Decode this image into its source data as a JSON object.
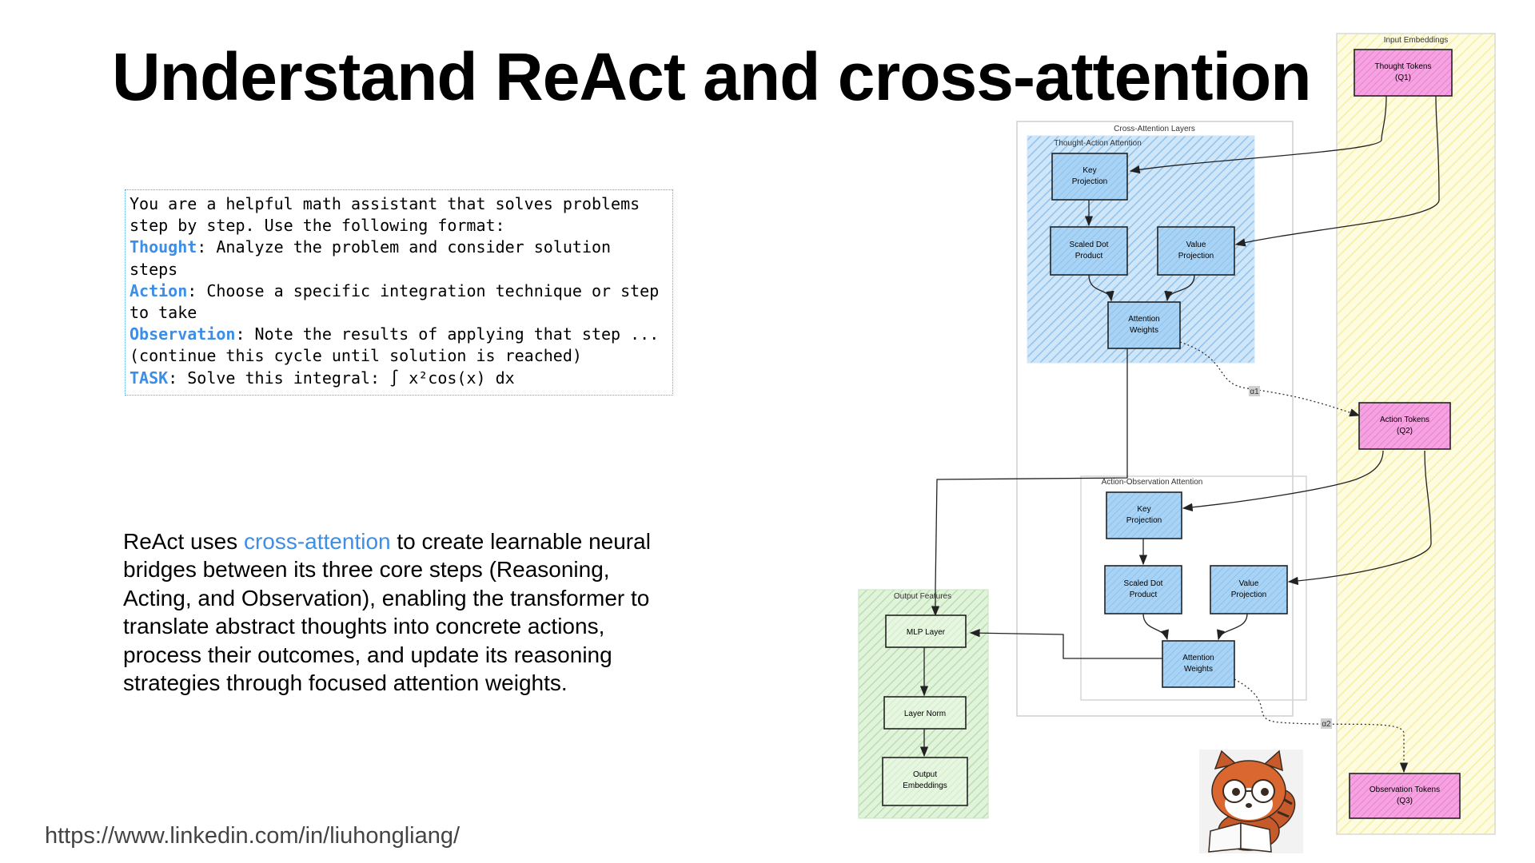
{
  "slide": {
    "title": "Understand ReAct and cross-attention",
    "footer_url": "https://www.linkedin.com/in/liuhongliang/"
  },
  "prompt": {
    "l1": "You are a helpful math assistant that solves problems",
    "l2": "step by step. Use the following format:",
    "thought_kw": "Thought",
    "thought_text": ": Analyze the problem and consider solution",
    "thought_text2": "steps",
    "action_kw": "Action",
    "action_text": ": Choose a specific integration technique or step",
    "action_text2": "to take",
    "observation_kw": "Observation",
    "observation_text": ": Note the results of applying that step ...",
    "continue_text": "(continue this cycle until solution is reached)",
    "task_kw": "TASK",
    "task_text": ": Solve this integral: ∫ x²cos(x) dx"
  },
  "description": {
    "before": "ReAct uses ",
    "highlight": "cross-attention",
    "after": " to create learnable neural bridges between its three core steps (Reasoning, Acting, and Observation), enabling the transformer to translate abstract thoughts into concrete actions, process their outcomes, and update its reasoning strategies through focused attention weights."
  },
  "diagram": {
    "input_embeddings": "Input Embeddings",
    "thought_tokens": [
      "Thought Tokens",
      "(Q1)"
    ],
    "action_tokens": [
      "Action Tokens",
      "(Q2)"
    ],
    "observation_tokens": [
      "Observation Tokens",
      "(Q3)"
    ],
    "cross_attention_layers": "Cross-Attention Layers",
    "thought_action_attention": "Thought-Action Attention",
    "action_observation_attention": "Action-Observation Attention",
    "ta_key": [
      "Key",
      "Projection"
    ],
    "ta_scaled": [
      "Scaled Dot",
      "Product"
    ],
    "ta_value": [
      "Value",
      "Projection"
    ],
    "ta_weights": [
      "Attention",
      "Weights"
    ],
    "ao_key": [
      "Key",
      "Projection"
    ],
    "ao_scaled": [
      "Scaled Dot",
      "Product"
    ],
    "ao_value": [
      "Value",
      "Projection"
    ],
    "ao_weights": [
      "Attention",
      "Weights"
    ],
    "output_features": "Output Features",
    "mlp_layer": "MLP Layer",
    "layer_norm": "Layer Norm",
    "output_embeddings": [
      "Output",
      "Embeddings"
    ],
    "alpha1": "α1",
    "alpha2": "α2"
  },
  "colors": {
    "blue_fill": "#a9d3f5",
    "pink_fill": "#f28bd8",
    "green_fill": "#d6efcf",
    "yellow_fill": "#fbf7c2",
    "accent": "#3d8ee6"
  }
}
